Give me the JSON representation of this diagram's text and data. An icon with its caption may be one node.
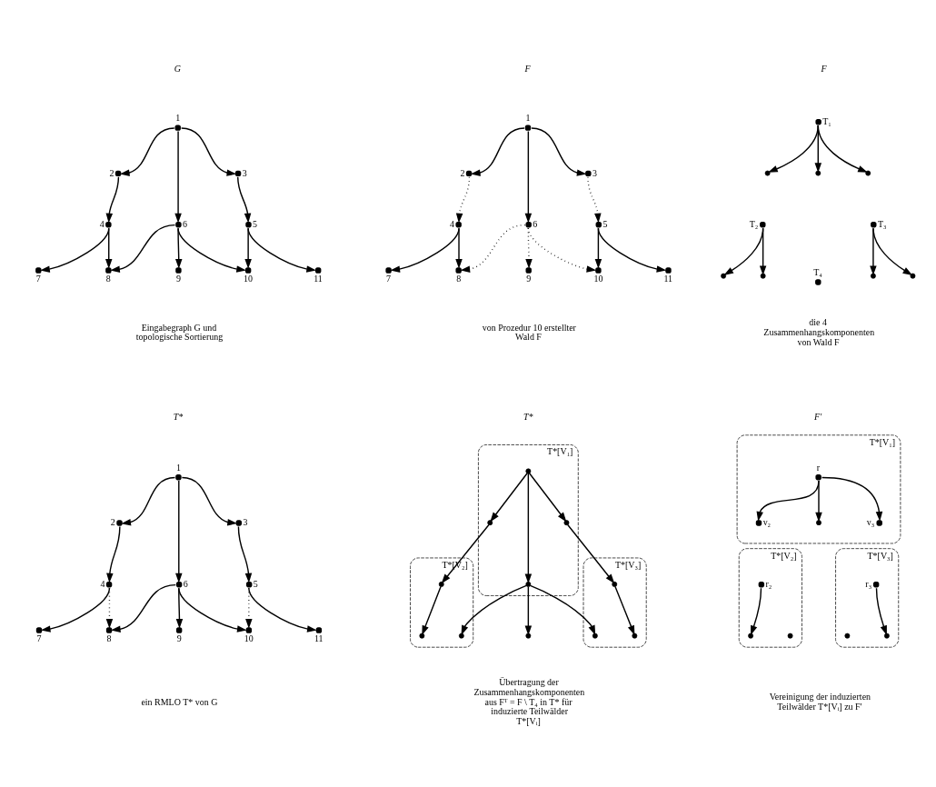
{
  "diagram": {
    "nodes": [
      {
        "text": [],
        "shape": "circle",
        "beside": [
          "1"
        ]
      },
      {
        "text": [],
        "shape": "circle",
        "beside": [
          "2"
        ]
      },
      {
        "text": [],
        "shape": "circle",
        "beside": [
          "6"
        ]
      },
      {
        "text": [],
        "shape": "circle",
        "beside": [
          "3"
        ]
      },
      {
        "text": [],
        "shape": "circle",
        "beside": [
          "4"
        ]
      },
      {
        "text": [],
        "shape": "circle",
        "beside": [
          "5"
        ]
      },
      {
        "text": [],
        "shape": "circle",
        "beside": [
          "7"
        ]
      },
      {
        "text": [],
        "shape": "circle",
        "beside": [
          "8"
        ]
      },
      {
        "text": [],
        "shape": "circle",
        "beside": [
          "9"
        ]
      },
      {
        "text": [],
        "shape": "circle",
        "beside": [
          "10"
        ]
      },
      {
        "text": [],
        "shape": "circle",
        "beside": [
          "11"
        ]
      },
      {
        "text": [],
        "shape": "circle",
        "beside": [
          "1"
        ]
      },
      {
        "text": [],
        "shape": "circle",
        "beside": [
          "2"
        ]
      },
      {
        "text": [],
        "shape": "circle",
        "beside": [
          "6"
        ]
      },
      {
        "text": [],
        "shape": "circle",
        "beside": [
          "3"
        ]
      },
      {
        "text": [],
        "shape": "circle",
        "beside": [
          "4"
        ]
      },
      {
        "text": [],
        "shape": "circle",
        "beside": [
          "5"
        ]
      },
      {
        "text": [],
        "shape": "circle",
        "beside": [
          "7"
        ]
      },
      {
        "text": [],
        "shape": "circle",
        "beside": [
          "8"
        ]
      },
      {
        "text": [],
        "shape": "circle",
        "beside": [
          "9"
        ]
      },
      {
        "text": [],
        "shape": "circle",
        "beside": [
          "10"
        ]
      },
      {
        "text": [],
        "shape": "circle",
        "beside": [
          "11"
        ]
      },
      {
        "text": [],
        "shape": "circle",
        "beside": [
          "T₁"
        ]
      },
      {
        "text": [],
        "shape": "circle"
      },
      {
        "text": [],
        "shape": "circle"
      },
      {
        "text": [],
        "shape": "circle"
      },
      {
        "text": [],
        "shape": "circle",
        "beside": [
          "T₂"
        ]
      },
      {
        "text": [],
        "shape": "circle",
        "beside": [
          "T₃"
        ]
      },
      {
        "text": [],
        "shape": "circle"
      },
      {
        "text": [],
        "shape": "circle"
      },
      {
        "text": [],
        "shape": "circle",
        "beside": [
          "T₄"
        ]
      },
      {
        "text": [],
        "shape": "circle"
      },
      {
        "text": [],
        "shape": "circle"
      },
      {
        "text": [],
        "shape": "circle",
        "beside": [
          "1"
        ]
      },
      {
        "text": [],
        "shape": "circle",
        "beside": [
          "2"
        ]
      },
      {
        "text": [],
        "shape": "circle",
        "beside": [
          "6"
        ]
      },
      {
        "text": [],
        "shape": "circle",
        "beside": [
          "3"
        ]
      },
      {
        "text": [],
        "shape": "circle",
        "beside": [
          "4"
        ]
      },
      {
        "text": [],
        "shape": "circle",
        "beside": [
          "5"
        ]
      },
      {
        "text": [],
        "shape": "circle",
        "beside": [
          "7"
        ]
      },
      {
        "text": [],
        "shape": "circle",
        "beside": [
          "8"
        ]
      },
      {
        "text": [],
        "shape": "circle",
        "beside": [
          "9"
        ]
      },
      {
        "text": [],
        "shape": "circle",
        "beside": [
          "10"
        ]
      },
      {
        "text": [],
        "shape": "circle",
        "beside": [
          "11"
        ]
      },
      {
        "text": [
          "T*[V₁]"
        ]
      },
      {
        "text": [],
        "shape": "circle",
        "in": 44
      },
      {
        "text": [],
        "shape": "circle",
        "in": 44
      },
      {
        "text": [],
        "shape": "circle",
        "in": 44
      },
      {
        "text": [],
        "shape": "circle",
        "in": 44
      },
      {
        "text": [
          "T*[V₂]"
        ]
      },
      {
        "text": [
          "T*[V₃]"
        ]
      },
      {
        "text": [],
        "shape": "circle",
        "in": 49
      },
      {
        "text": [],
        "shape": "circle",
        "in": 50
      },
      {
        "text": [],
        "shape": "circle",
        "in": 49
      },
      {
        "text": [],
        "shape": "circle",
        "in": 49
      },
      {
        "text": [],
        "shape": "circle"
      },
      {
        "text": [],
        "shape": "circle",
        "in": 50
      },
      {
        "text": [],
        "shape": "circle",
        "in": 50
      },
      {
        "text": [
          "T*[V₁]"
        ]
      },
      {
        "text": [],
        "shape": "circle",
        "in": 58,
        "beside": [
          "r"
        ]
      },
      {
        "text": [],
        "shape": "circle",
        "in": 58,
        "beside": [
          "v₂"
        ]
      },
      {
        "text": [],
        "shape": "circle",
        "in": 58
      },
      {
        "text": [],
        "shape": "circle",
        "in": 58,
        "beside": [
          "v₃"
        ]
      },
      {
        "text": [
          "T*[V₂]"
        ]
      },
      {
        "text": [
          "T*[V₃]"
        ]
      },
      {
        "text": [],
        "shape": "circle",
        "in": 63,
        "beside": [
          "r₂"
        ]
      },
      {
        "text": [],
        "shape": "circle",
        "in": 64,
        "beside": [
          "r₃"
        ]
      },
      {
        "text": [],
        "shape": "circle",
        "in": 63
      },
      {
        "text": [],
        "shape": "circle",
        "in": 63
      },
      {
        "text": [],
        "shape": "circle",
        "in": 64
      },
      {
        "text": [],
        "shape": "circle",
        "in": 64
      }
    ],
    "edges": [
      {
        "from": 0,
        "to": 1,
        "arrow": "to"
      },
      {
        "from": 0,
        "to": 2,
        "arrow": "to"
      },
      {
        "from": 0,
        "to": 3,
        "arrow": "to"
      },
      {
        "from": 1,
        "to": 4,
        "arrow": "to"
      },
      {
        "from": 3,
        "to": 5,
        "arrow": "to"
      },
      {
        "from": 4,
        "to": 6,
        "arrow": "to"
      },
      {
        "from": 4,
        "to": 7,
        "arrow": "to"
      },
      {
        "from": 2,
        "to": 7,
        "arrow": "to"
      },
      {
        "from": 2,
        "to": 8,
        "arrow": "to"
      },
      {
        "from": 2,
        "to": 9,
        "arrow": "to"
      },
      {
        "from": 5,
        "to": 9,
        "arrow": "to"
      },
      {
        "from": 5,
        "to": 10,
        "arrow": "to"
      },
      {
        "from": 11,
        "to": 12,
        "arrow": "to"
      },
      {
        "from": 11,
        "to": 13,
        "arrow": "to"
      },
      {
        "from": 11,
        "to": 14,
        "arrow": "to"
      },
      {
        "from": 12,
        "to": 15,
        "arrow": "to",
        "style": "dashed"
      },
      {
        "from": 14,
        "to": 16,
        "arrow": "to",
        "style": "dashed"
      },
      {
        "from": 15,
        "to": 17,
        "arrow": "to"
      },
      {
        "from": 15,
        "to": 18,
        "arrow": "to"
      },
      {
        "from": 13,
        "to": 18,
        "arrow": "to",
        "style": "dashed"
      },
      {
        "from": 13,
        "to": 19,
        "arrow": "to",
        "style": "dashed"
      },
      {
        "from": 13,
        "to": 20,
        "arrow": "to",
        "style": "dashed"
      },
      {
        "from": 16,
        "to": 20,
        "arrow": "to"
      },
      {
        "from": 16,
        "to": 21,
        "arrow": "to"
      },
      {
        "from": 22,
        "to": 23,
        "arrow": "to"
      },
      {
        "from": 22,
        "to": 24,
        "arrow": "to"
      },
      {
        "from": 22,
        "to": 25,
        "arrow": "to"
      },
      {
        "from": 26,
        "to": 28,
        "arrow": "to"
      },
      {
        "from": 26,
        "to": 29,
        "arrow": "to"
      },
      {
        "from": 27,
        "to": 31,
        "arrow": "to"
      },
      {
        "from": 27,
        "to": 32,
        "arrow": "to"
      },
      {
        "from": 33,
        "to": 34,
        "arrow": "to"
      },
      {
        "from": 33,
        "to": 35,
        "arrow": "to"
      },
      {
        "from": 33,
        "to": 36,
        "arrow": "to"
      },
      {
        "from": 34,
        "to": 37,
        "arrow": "to"
      },
      {
        "from": 36,
        "to": 38,
        "arrow": "to"
      },
      {
        "from": 37,
        "to": 39,
        "arrow": "to"
      },
      {
        "from": 37,
        "to": 40,
        "arrow": "to",
        "style": "dashed"
      },
      {
        "from": 35,
        "to": 40,
        "arrow": "to"
      },
      {
        "from": 35,
        "to": 41,
        "arrow": "to"
      },
      {
        "from": 35,
        "to": 42,
        "arrow": "to"
      },
      {
        "from": 38,
        "to": 42,
        "arrow": "to",
        "style": "dashed"
      },
      {
        "from": 38,
        "to": 43,
        "arrow": "to"
      },
      {
        "from": 45,
        "to": 46,
        "arrow": "to"
      },
      {
        "from": 45,
        "to": 47,
        "arrow": "to"
      },
      {
        "from": 45,
        "to": 48,
        "arrow": "to"
      },
      {
        "from": 46,
        "to": 51,
        "arrow": "to"
      },
      {
        "from": 48,
        "to": 52,
        "arrow": "to"
      },
      {
        "from": 51,
        "to": 53,
        "arrow": "to"
      },
      {
        "from": 47,
        "to": 54,
        "arrow": "to"
      },
      {
        "from": 47,
        "to": 55,
        "arrow": "to"
      },
      {
        "from": 47,
        "to": 56,
        "arrow": "to"
      },
      {
        "from": 52,
        "to": 57,
        "arrow": "to"
      },
      {
        "from": 59,
        "to": 60,
        "arrow": "to"
      },
      {
        "from": 59,
        "to": 61,
        "arrow": "to"
      },
      {
        "from": 59,
        "to": 62,
        "arrow": "to"
      },
      {
        "from": 65,
        "to": 67,
        "arrow": "to"
      },
      {
        "from": 66,
        "to": 70,
        "arrow": "to"
      }
    ],
    "labels": [
      "G",
      "F",
      "F",
      "Eingabegraph G und topologische Sortierung",
      "von Prozedur 10 erstellter Wald F",
      "die 4 Zusammenhangskomponenten von Wald F",
      "T*",
      "T*",
      "F′",
      "ein RMLO T* von G",
      "Übertragung der Zusammenhangskomponenten aus Fᵀ = F \\ T₄ in T* für induzierte Teilwälder T*[Vᵢ]",
      "Vereinigung der induzierten Teilwälder T*[Vᵢ] zu F′"
    ]
  }
}
